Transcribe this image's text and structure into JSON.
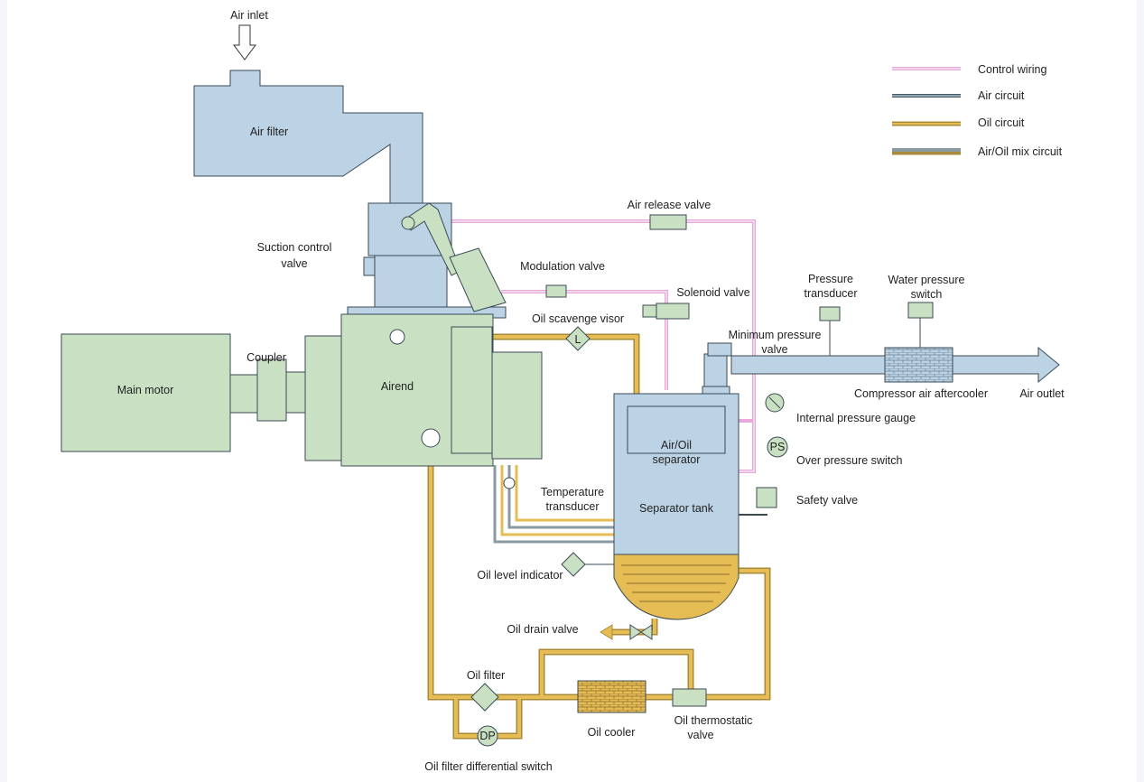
{
  "colors": {
    "air": "#bcd3e6",
    "machine": "#c9e1c2",
    "oil": "#e6bd55",
    "oil_dark": "#a88a3a",
    "control": "#e6a9d9",
    "outline": "#3a4a55",
    "mix_grey": "#8a9aa2"
  },
  "legend": [
    {
      "label": "Control wiring",
      "type": "control"
    },
    {
      "label": "Air circuit",
      "type": "air"
    },
    {
      "label": "Oil circuit",
      "type": "oil"
    },
    {
      "label": "Air/Oil mix circuit",
      "type": "mix"
    }
  ],
  "labels": {
    "air_inlet": "Air inlet",
    "air_filter": "Air  filter",
    "suction_control_valve_1": "Suction control",
    "suction_control_valve_2": "valve",
    "main_motor": "Main  motor",
    "coupler": "Coupler",
    "airend": "Airend",
    "air_release_valve": "Air release valve",
    "modulation_valve": "Modulation valve",
    "solenoid_valve": "Solenoid valve",
    "oil_scavenge_visor": "Oil scavenge visor",
    "minimum_pressure_valve_1": "Minimum pressure",
    "minimum_pressure_valve_2": "valve",
    "pressure_transducer_1": "Pressure",
    "pressure_transducer_2": "transducer",
    "water_pressure_switch_1": "Water pressure",
    "water_pressure_switch_2": "switch",
    "aftercooler": "Compressor air aftercooler",
    "air_outlet": "Air outlet",
    "internal_pressure_gauge": "Internal pressure gauge",
    "over_pressure_switch": "Over pressure switch",
    "safety_valve": "Safety valve",
    "air_oil_separator_1": "Air/Oil",
    "air_oil_separator_2": "separator",
    "separator_tank": "Separator tank",
    "temperature_transducer_1": "Temperature",
    "temperature_transducer_2": "transducer",
    "oil_level_indicator": "Oil level indicator",
    "oil_drain_valve": "Oil drain valve",
    "oil_filter": "Oil filter",
    "oil_cooler": "Oil cooler",
    "oil_thermostatic_valve_1": "Oil thermostatic",
    "oil_thermostatic_valve_2": "valve",
    "oil_filter_differential_switch": "Oil filter differential switch",
    "symbol_ps": "PS",
    "symbol_dp": "DP",
    "symbol_l": "L"
  }
}
